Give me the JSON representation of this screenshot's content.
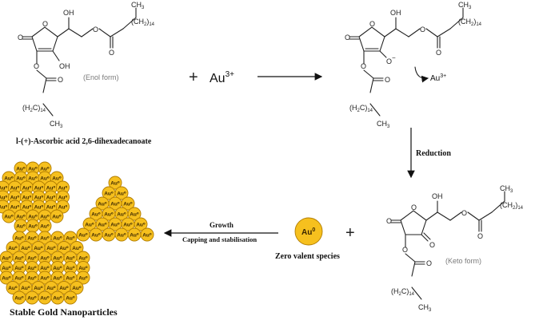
{
  "atoms": {
    "O": "O",
    "OH": "OH",
    "CH3": "CH",
    "three": "3",
    "H2C": "(H",
    "two": "2",
    "C": "C)",
    "n14": "14",
    "CH2": "(CH",
    "close": ")",
    "O_minus": "O",
    "minus": "−"
  },
  "reactant": {
    "form_label": "(Enol form)",
    "name": "l-(+)-Ascorbic acid 2,6-dihexadecanoate"
  },
  "reagent": {
    "plus": "+",
    "au": "Au",
    "au_charge": "3+"
  },
  "intermediate": {
    "au": "Au",
    "au_charge": "3+"
  },
  "reduction_label": "Reduction",
  "product": {
    "form_label": "(Keto form)",
    "plus": "+"
  },
  "zero_valent": {
    "symbol": "Au",
    "sup": "0",
    "label": "Zero valent species"
  },
  "growth": {
    "label": "Growth",
    "sub_label": "Capping and stabilisation"
  },
  "nanoparticles": {
    "atom_label": "Au⁰",
    "title": "Stable Gold Nanoparticles"
  },
  "colors": {
    "gold": "#f6c01e",
    "gold_outline": "#b07c00",
    "text": "#111111",
    "grey_label": "#7a7a7a"
  }
}
